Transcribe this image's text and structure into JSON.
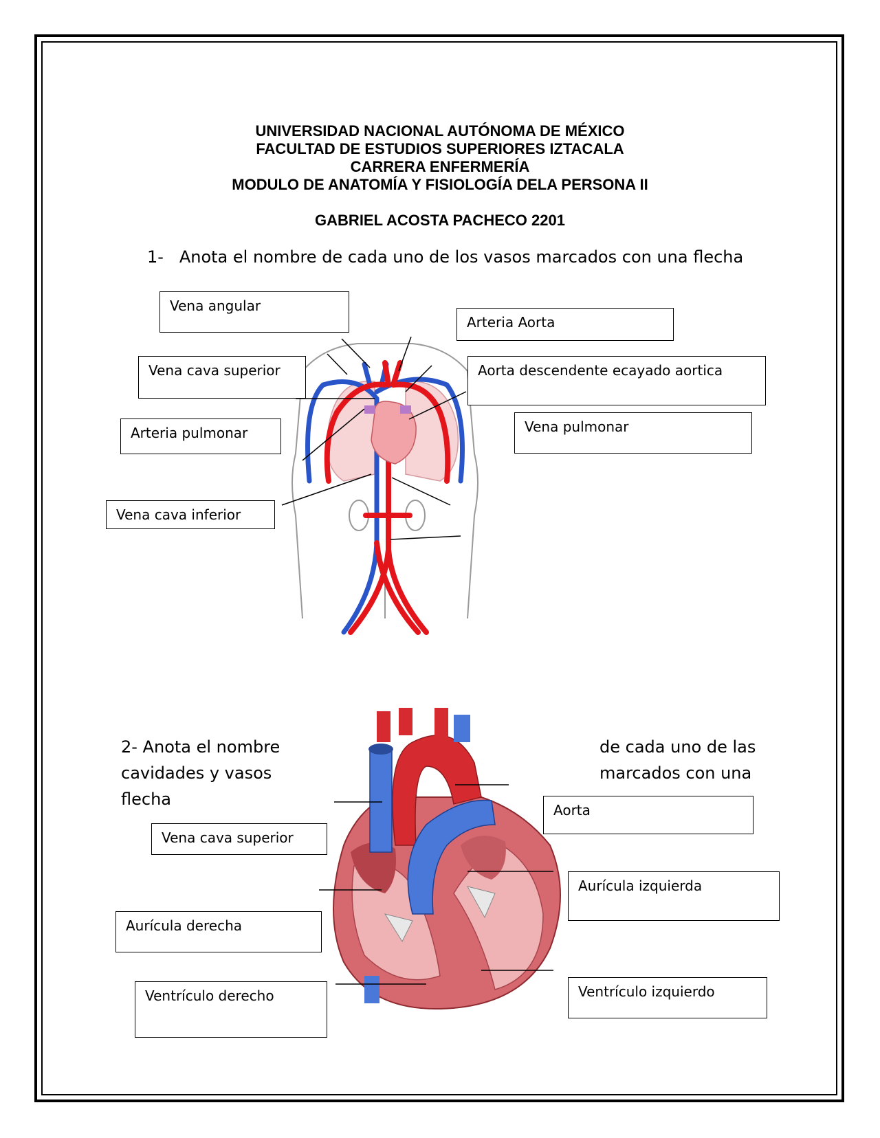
{
  "header": {
    "line1": "UNIVERSIDAD NACIONAL AUTÓNOMA DE MÉXICO",
    "line2": "FACULTAD DE ESTUDIOS SUPERIORES IZTACALA",
    "line3": "CARRERA ENFERMERÍA",
    "line4": "MODULO DE ANATOMÍA Y FISIOLOGÍA DELA PERSONA II"
  },
  "student": "GABRIEL ACOSTA PACHECO 2201",
  "question1": {
    "number": "1-",
    "text": "Anota el nombre de cada uno de los vasos marcados con una flecha",
    "labels": {
      "vena_angular": "Vena angular",
      "arteria_aorta": "Arteria Aorta",
      "vena_cava_superior": "Vena cava superior",
      "aorta_descendente": "Aorta descendente ecayado aortica",
      "arteria_pulmonar": "Arteria pulmonar",
      "vena_pulmonar": "Vena pulmonar",
      "vena_cava_inferior": "Vena cava inferior"
    }
  },
  "question2": {
    "left_line1": "2- Anota el nombre",
    "left_line2": "cavidades y vasos",
    "left_line3": "flecha",
    "right_line1": "de cada uno de las",
    "right_line2": "marcados con una",
    "labels": {
      "aorta": "Aorta",
      "vena_cava_superior": "Vena cava superior",
      "auricula_izquierda": "Aurícula izquierda",
      "auricula_derecha": "Aurícula derecha",
      "ventriculo_derecho": "Ventrículo derecho",
      "ventriculo_izquierdo": "Ventrículo izquierdo"
    }
  },
  "colors": {
    "artery": "#e3151b",
    "vein": "#2a55c8",
    "heart": "#f2a3a8",
    "lung": "#f7d4d6"
  }
}
